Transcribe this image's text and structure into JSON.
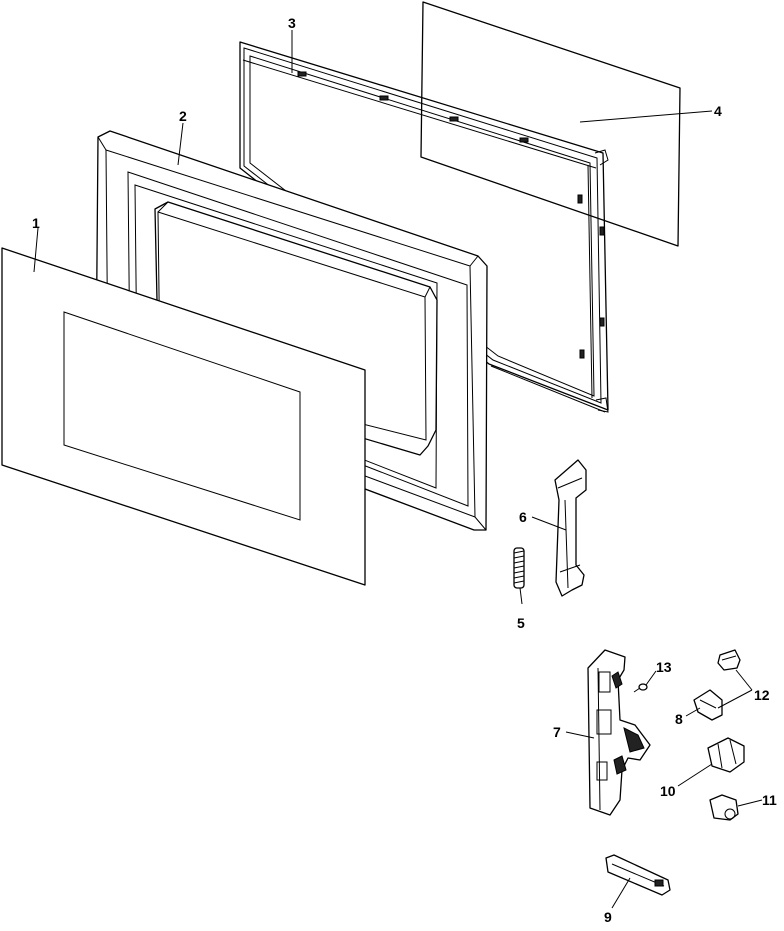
{
  "diagram": {
    "parts": [
      {
        "id": "part-1",
        "number": "1"
      },
      {
        "id": "part-2",
        "number": "2"
      },
      {
        "id": "part-3",
        "number": "3"
      },
      {
        "id": "part-4",
        "number": "4"
      },
      {
        "id": "part-5",
        "number": "5"
      },
      {
        "id": "part-6",
        "number": "6"
      },
      {
        "id": "part-7",
        "number": "7"
      },
      {
        "id": "part-8",
        "number": "8"
      },
      {
        "id": "part-9",
        "number": "9"
      },
      {
        "id": "part-10",
        "number": "10"
      },
      {
        "id": "part-11",
        "number": "11"
      },
      {
        "id": "part-12",
        "number": "12"
      },
      {
        "id": "part-13",
        "number": "13"
      }
    ]
  }
}
